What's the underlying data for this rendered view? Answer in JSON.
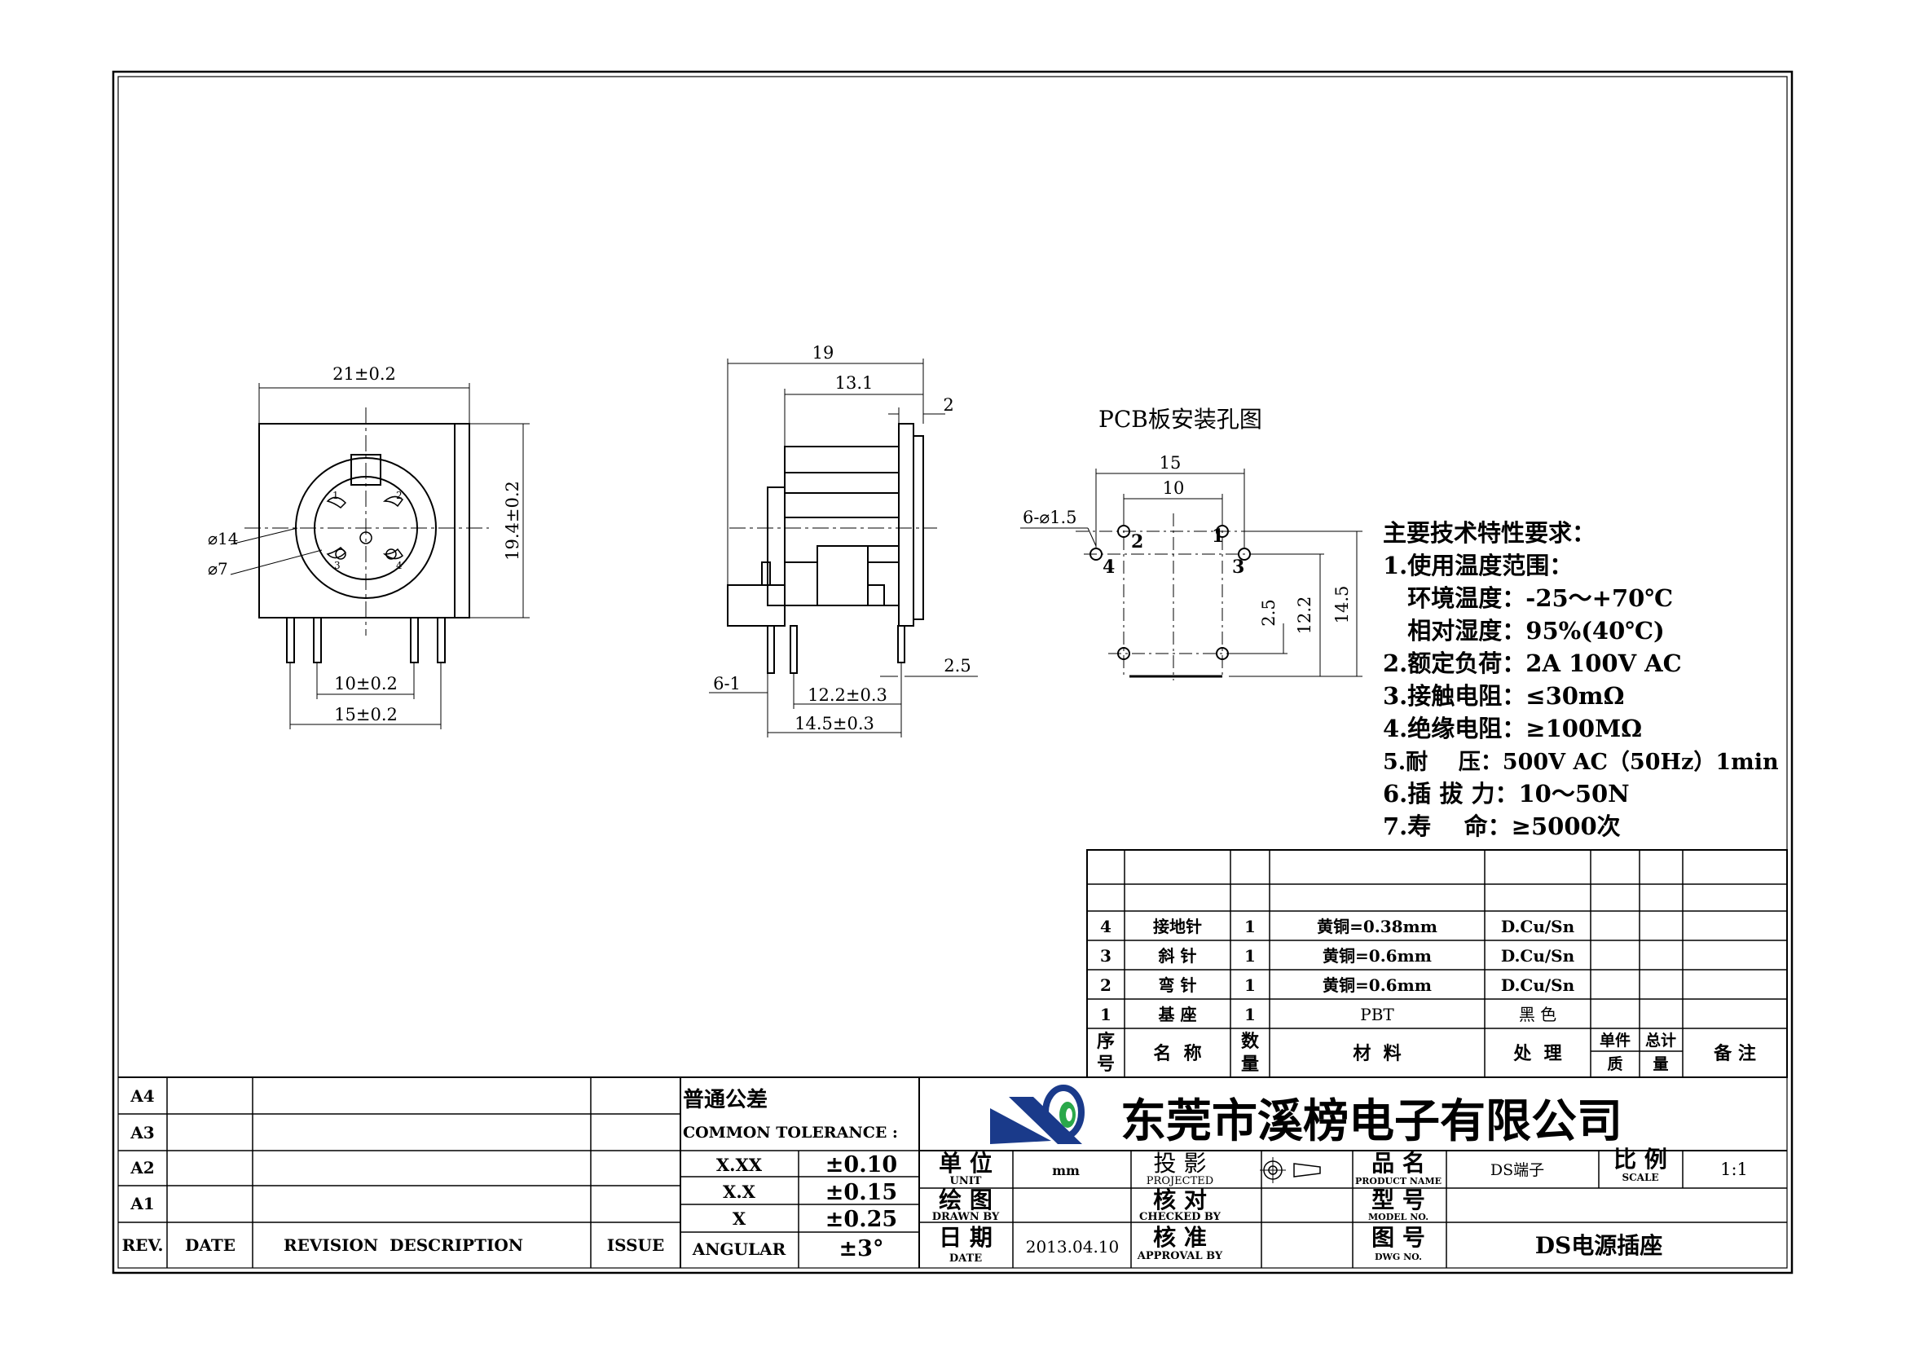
{
  "front_view": {
    "width_dim": "21±0.2",
    "height_dim": "19.4±0.2",
    "outer_dia": "⌀14",
    "inner_dia": "⌀7",
    "pin_spacing_inner": "10±0.2",
    "pin_spacing_outer": "15±0.2",
    "pin_numbers": [
      "1",
      "2",
      "3",
      "4"
    ]
  },
  "side_view": {
    "dim_total": "19",
    "dim_13": "13.1",
    "dim_2": "2",
    "dim_2_5": "2.5",
    "dim_6_1": "6-1",
    "dim_12_2": "12.2±0.3",
    "dim_14_5": "14.5±0.3"
  },
  "pcb": {
    "title": "PCB板安装孔图",
    "dim_15": "15",
    "dim_10": "10",
    "holes": "6-⌀1.5",
    "dim_2_5": "2.5",
    "dim_12_2": "12.2",
    "dim_14_5": "14.5",
    "labels": [
      "2",
      "1",
      "4",
      "3"
    ]
  },
  "specs": {
    "title": "主要技术特性要求：",
    "lines": [
      "1.使用温度范围：",
      "   环境温度：-25～+70℃",
      "   相对湿度：95%(40℃)",
      "2.额定负荷：2A 100V AC",
      "3.接触电阻：≤30mΩ",
      "4.绝缘电阻：≥100MΩ",
      "5.耐    压：500V AC（50Hz）1min",
      "6.插 拔 力：10～50N",
      "7.寿    命：≥5000次"
    ]
  },
  "bom": {
    "rows": [
      {
        "no": "4",
        "name": "接地针",
        "qty": "1",
        "material": "黄铜=0.38mm",
        "finish": "D.Cu/Sn"
      },
      {
        "no": "3",
        "name": "斜 针",
        "qty": "1",
        "material": "黄铜=0.6mm",
        "finish": "D.Cu/Sn"
      },
      {
        "no": "2",
        "name": "弯 针",
        "qty": "1",
        "material": "黄铜=0.6mm",
        "finish": "D.Cu/Sn"
      },
      {
        "no": "1",
        "name": "基 座",
        "qty": "1",
        "material": "PBT",
        "finish": "黑 色"
      }
    ],
    "header": {
      "no_1": "序",
      "no_2": "号",
      "name": "名  称",
      "qty_1": "数",
      "qty_2": "量",
      "material": "材  料",
      "finish": "处  理",
      "unit_wt_1": "单件",
      "unit_wt_2": "质",
      "total_wt_1": "总计",
      "total_wt_2": "量",
      "remark": "备 注"
    }
  },
  "revision": {
    "rows": [
      "A4",
      "A3",
      "A2",
      "A1"
    ],
    "header": {
      "rev": "REV.",
      "date": "DATE",
      "desc": "REVISION  DESCRIPTION",
      "issue": "ISSUE"
    }
  },
  "tolerance": {
    "title_cn": "普通公差",
    "title_en": "COMMON TOLERANCE :",
    "rows": [
      {
        "k": "X.XX",
        "v": "±0.10"
      },
      {
        "k": "X.X",
        "v": "±0.15"
      },
      {
        "k": "X",
        "v": "±0.25"
      },
      {
        "k": "ANGULAR",
        "v": "±3°"
      }
    ]
  },
  "company": {
    "logo_letters": "XB",
    "name": "东莞市溪榜电子有限公司"
  },
  "title_block": {
    "unit_cn": "单 位",
    "unit_en": "UNIT",
    "unit_val": "mm",
    "proj_cn": "投 影",
    "proj_en": "PROJECTED",
    "pname_cn": "品 名",
    "pname_en": "PRODUCT NAME",
    "pname_val": "DS端子",
    "scale_cn": "比 例",
    "scale_en": "SCALE",
    "scale_val": "1:1",
    "drawn_cn": "绘 图",
    "drawn_en": "DRAWN BY",
    "checked_cn": "核 对",
    "checked_en": "CHECKED BY",
    "model_cn": "型 号",
    "model_en": "MODEL NO.",
    "date_cn": "日 期",
    "date_en": "DATE",
    "date_val": "2013.04.10",
    "approval_cn": "核 准",
    "approval_en": "APPROVAL BY",
    "dwg_cn": "图 号",
    "dwg_en": "DWG NO.",
    "dwg_val": "DS电源插座"
  }
}
